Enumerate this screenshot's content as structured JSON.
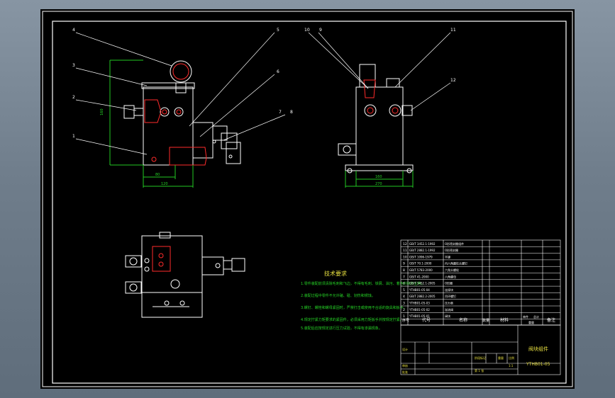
{
  "balloons": [
    "4",
    "5",
    "3",
    "6",
    "2",
    "7",
    "8",
    "1",
    "10",
    "9",
    "11",
    "12"
  ],
  "dimensions": {
    "front_height": "160",
    "front_inner_width": "80",
    "front_width": "120",
    "side_inner_width": "160",
    "side_width": "270"
  },
  "technical_requirements": {
    "title": "技术要求",
    "items": [
      "1.零件装配前须清除毛刺和飞边，不得有毛刺、铁屑、油污、着色剂和灰尘等。",
      "2.装配过程中零件不允许磕、碰、划伤和锈蚀。",
      "3.螺钉、螺栓和螺母紧固时，严禁打击或使用不合适的旋具和扳手。",
      "4.规定拧紧力矩要求的紧固件，必须采用力矩扳手并按规定拧紧。",
      "5.装配后应按规定进行压力试验，不得有渗漏现象。"
    ]
  },
  "bom_rows": [
    [
      "12",
      "GB/T 3452.1-1992",
      "O形密封圈组件",
      ""
    ],
    [
      "11",
      "GB/T 2882.1-1992",
      "O形密封圈",
      ""
    ],
    [
      "10",
      "GB/T 1096-1979",
      "平键",
      ""
    ],
    [
      "9",
      "GB/T 70.1-2000",
      "内六角圆柱头螺钉",
      ""
    ],
    [
      "8",
      "GB/T 5783-2000",
      "六角头螺栓",
      ""
    ],
    [
      "7",
      "GB/T 41-2000",
      "六角螺母",
      ""
    ],
    [
      "6",
      "GB/T 3452.1-2005",
      "O形圈",
      ""
    ],
    [
      "5",
      "YTHB01-05-04",
      "连接块",
      ""
    ],
    [
      "4",
      "GB/T 2882.2-2005",
      "吊环螺钉",
      ""
    ],
    [
      "3",
      "YTHB01-05-03",
      "压力表",
      ""
    ],
    [
      "2",
      "YTHB01-05-02",
      "溢流阀",
      ""
    ],
    [
      "1",
      "YTHB01-05-01",
      "阀块",
      ""
    ]
  ],
  "bom_header": {
    "seq": "序号",
    "code": "代号",
    "name": "名称",
    "qty": "数量",
    "material": "材料",
    "unit_weight": "单件",
    "total_weight": "总计",
    "weight": "重量",
    "remarks": "备注"
  },
  "title_block": {
    "drawing_name": "阀块组件",
    "drawing_number": "YTHB01-05",
    "scale": "1:1",
    "sheet": "第 1 张",
    "designer": "设计",
    "checker": "审核",
    "approver": "批准",
    "stage_mark": "阶段标记",
    "weight": "重量",
    "ratio": "比例"
  },
  "colors": {
    "background": "#000000",
    "white_lines": "#ffffff",
    "red_lines": "#ff2b2b",
    "yellow_text": "#e8e040",
    "green_text": "#26d426",
    "green_dim": "#22c922",
    "window_chrome": "#6e7b89"
  }
}
